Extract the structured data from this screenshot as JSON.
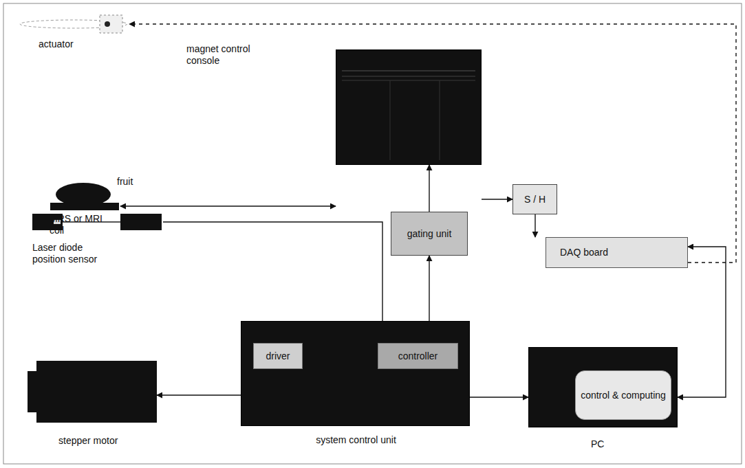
{
  "diagram": {
    "nodes": [
      {
        "text": [
          "actuator"
        ]
      },
      {
        "text": [
          "magnet control console"
        ]
      },
      {
        "text": [
          "fruit",
          "MRS or MRI coil"
        ]
      },
      {
        "text": [
          "S / H"
        ]
      },
      {
        "text": [
          "gating unit"
        ]
      },
      {
        "text": [
          "DAQ board"
        ]
      },
      {
        "text": [
          "Laser diode position sensor"
        ]
      },
      {
        "text": [
          "system control unit"
        ]
      },
      {
        "text": [
          "driver"
        ],
        "in": 7
      },
      {
        "text": [
          "controller"
        ],
        "in": 7
      },
      {
        "text": [
          "PC"
        ]
      },
      {
        "text": [
          "control & computing"
        ],
        "in": 10
      },
      {
        "text": [
          "stepper motor"
        ]
      }
    ],
    "edges": [
      {
        "from": 5,
        "to": 0,
        "arrow": "to"
      },
      {
        "from": 2,
        "to": 1,
        "arrow": "both"
      },
      {
        "from": 1,
        "to": 3,
        "arrow": "to"
      },
      {
        "from": 3,
        "to": 5,
        "arrow": "to"
      },
      {
        "from": 5,
        "to": 10,
        "arrow": "both"
      },
      {
        "from": 4,
        "to": 1,
        "arrow": "to"
      },
      {
        "from": 7,
        "to": 4,
        "arrow": "to"
      },
      {
        "from": 6,
        "to": 7,
        "arrow": "none"
      },
      {
        "from": 8,
        "to": 12,
        "arrow": "to"
      },
      {
        "from": 9,
        "to": 10,
        "arrow": "to"
      }
    ]
  }
}
